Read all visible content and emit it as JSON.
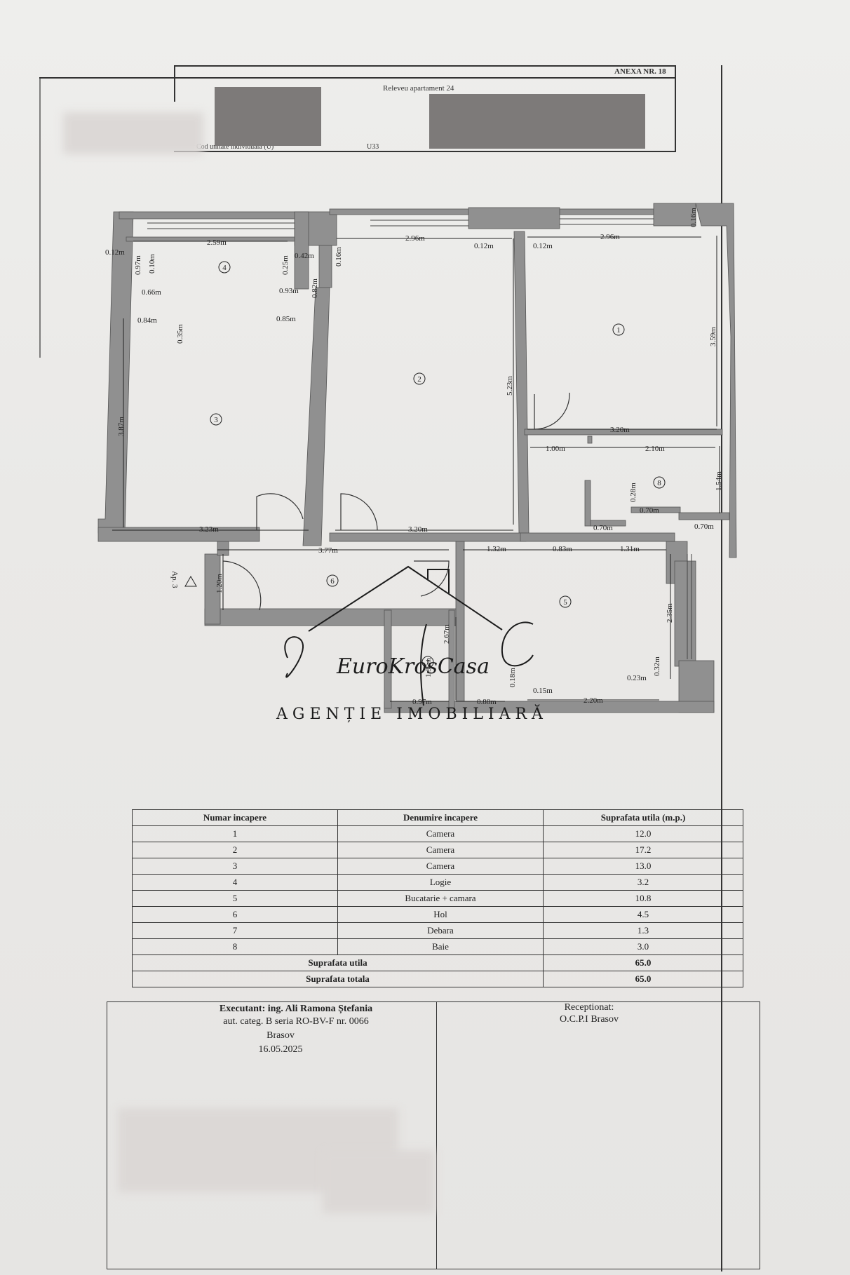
{
  "header": {
    "anexa": "ANEXA NR. 18",
    "title": "Releveu apartament 24",
    "cod": "Cod unitate individuala (U)",
    "cod_value": "U33"
  },
  "plan": {
    "apartment_label": "Ap. 3",
    "room_numbers": [
      "1",
      "2",
      "3",
      "4",
      "5",
      "6",
      "7",
      "8"
    ],
    "dimensions": [
      "2.59m",
      "0.12m",
      "0.97m",
      "0.10m",
      "0.25m",
      "0.42m",
      "0.82m",
      "0.66m",
      "0.93m",
      "0.84m",
      "0.35m",
      "0.85m",
      "0.16m",
      "2.96m",
      "0.12m",
      "0.12m",
      "2.96m",
      "0.16m",
      "3.59m",
      "5.23m",
      "3.87m",
      "3.20m",
      "1.00m",
      "2.10m",
      "0.28m",
      "1.54m",
      "0.70m",
      "0.70m",
      "0.70m",
      "3.23m",
      "3.20m",
      "3.77m",
      "1.32m",
      "0.83m",
      "1.31m",
      "1.20m",
      "2.35m",
      "2.67m",
      "1.35m",
      "0.32m",
      "0.23m",
      "0.18m",
      "0.15m",
      "0.97m",
      "0.88m",
      "2.20m"
    ]
  },
  "watermark": {
    "script": "EuroKrosCasa",
    "subtitle": "AGENȚIE IMOBILIARĂ"
  },
  "table": {
    "headers": [
      "Numar incapere",
      "Denumire incapere",
      "Suprafata utila (m.p.)"
    ],
    "rows": [
      [
        "1",
        "Camera",
        "12.0"
      ],
      [
        "2",
        "Camera",
        "17.2"
      ],
      [
        "3",
        "Camera",
        "13.0"
      ],
      [
        "4",
        "Logie",
        "3.2"
      ],
      [
        "5",
        "Bucatarie + camara",
        "10.8"
      ],
      [
        "6",
        "Hol",
        "4.5"
      ],
      [
        "7",
        "Debara",
        "1.3"
      ],
      [
        "8",
        "Baie",
        "3.0"
      ]
    ],
    "totals": [
      {
        "label": "Suprafata utila",
        "value": "65.0"
      },
      {
        "label": "Suprafata totala",
        "value": "65.0"
      }
    ]
  },
  "signatures": {
    "executant_line1": "Executant: ing. Ali Ramona Ștefania",
    "executant_line2": "aut. categ. B seria RO-BV-F nr. 0066",
    "executant_line3": "Brasov",
    "executant_line4": "16.05.2025",
    "receptionat_line1": "Receptionat:",
    "receptionat_line2": "O.C.P.I Brasov"
  },
  "colors": {
    "wall": "#8e8e8e",
    "ink": "#222222",
    "redaction": "#7d7a79"
  }
}
